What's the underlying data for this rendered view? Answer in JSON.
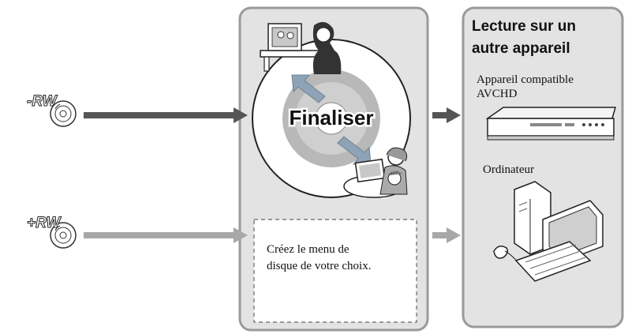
{
  "discs": {
    "rw_minus": {
      "label": "-RW",
      "color": "#555555"
    },
    "rw_plus": {
      "label": "+RW",
      "color": "#999999"
    }
  },
  "center": {
    "finalize_label": "Finaliser",
    "menu_box_text_line1": "Créez le menu de",
    "menu_box_text_line2": "disque de votre choix."
  },
  "right_panel": {
    "title_line1": "Lecture sur un",
    "title_line2": "autre appareil",
    "device_label_line1": "Appareil compatible",
    "device_label_line2": "AVCHD",
    "computer_label": "Ordinateur"
  },
  "colors": {
    "panel_bg": "#e3e3e3",
    "panel_border": "#999999",
    "arrow_dark": "#555555",
    "arrow_light": "#a8a8a8",
    "sync_arrow": "#8aa0b4"
  }
}
